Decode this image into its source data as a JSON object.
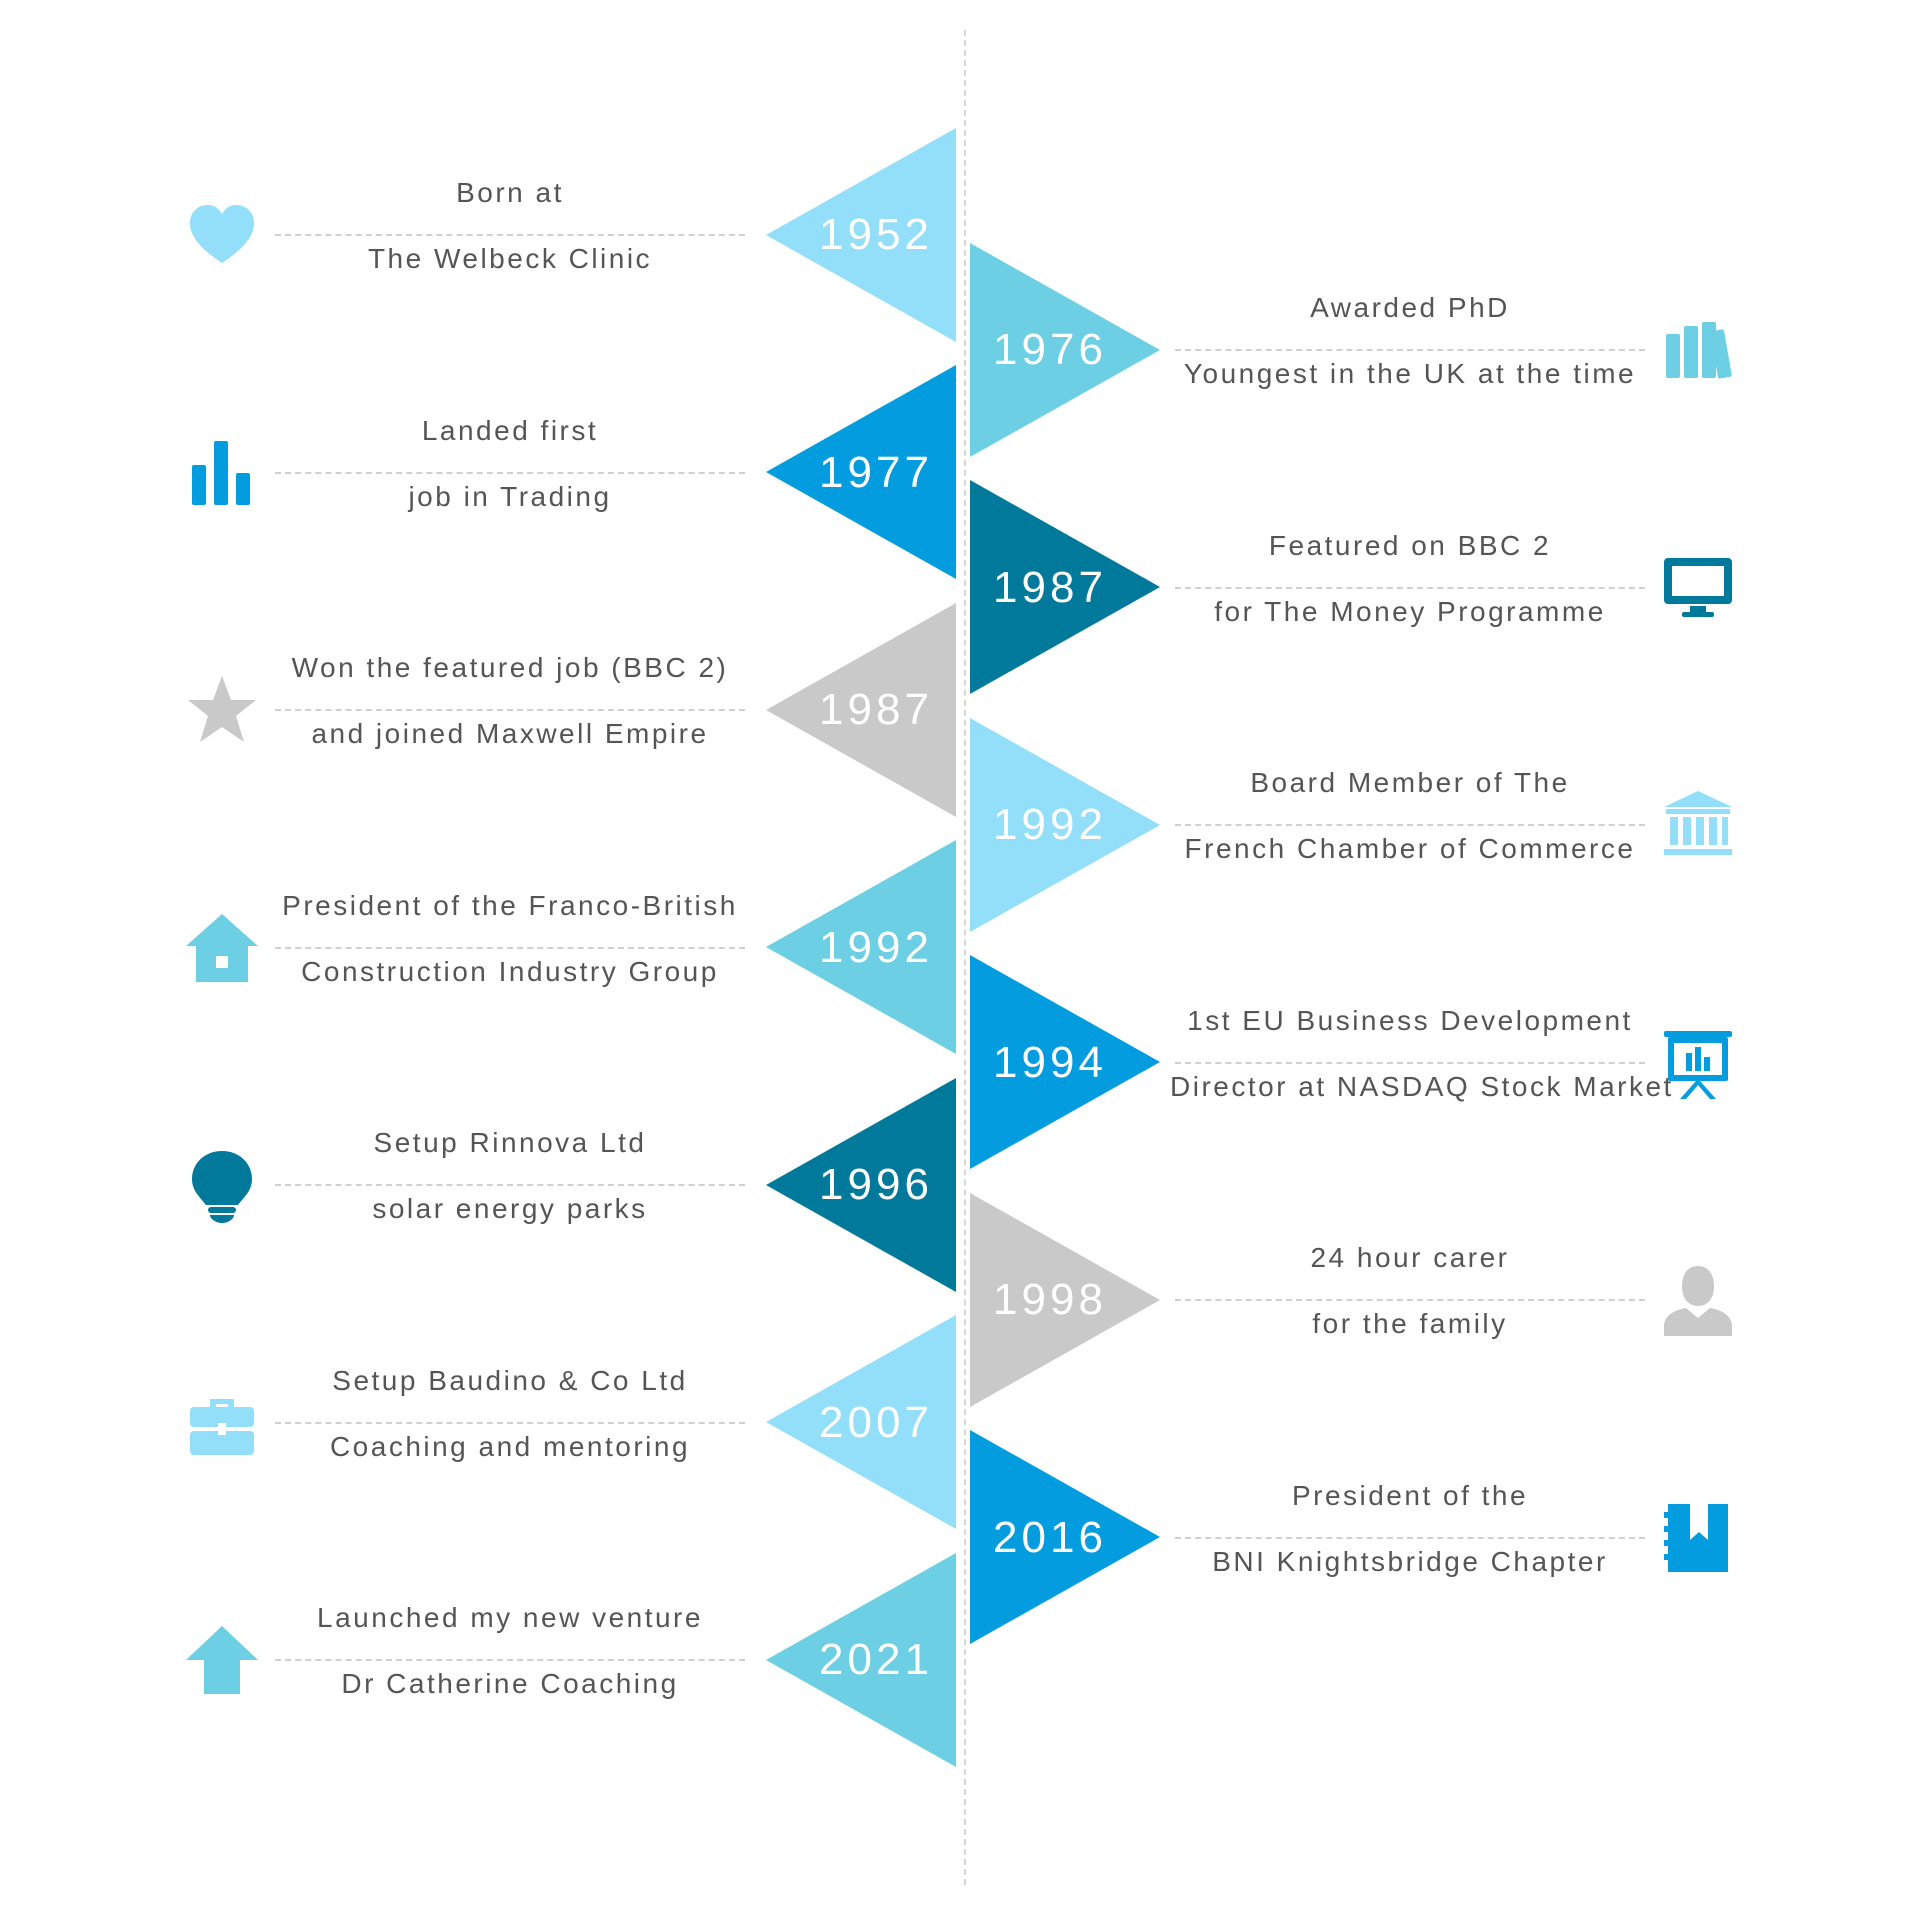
{
  "events": [
    {
      "side": "left",
      "year": "1952",
      "line1": "Born at",
      "line2": "The Welbeck Clinic",
      "color": "#93dffa",
      "icon": "heart-icon"
    },
    {
      "side": "right",
      "year": "1976",
      "line1": "Awarded PhD",
      "line2": "Youngest in the UK at the time",
      "color": "#6ccfe3",
      "icon": "books-icon"
    },
    {
      "side": "left",
      "year": "1977",
      "line1": "Landed first",
      "line2": "job in Trading",
      "color": "#039ddf",
      "icon": "bar-chart-icon"
    },
    {
      "side": "right",
      "year": "1987",
      "line1": "Featured on BBC 2",
      "line2": "for The Money Programme",
      "color": "#01799a",
      "icon": "monitor-icon"
    },
    {
      "side": "left",
      "year": "1987",
      "line1": "Won the featured job (BBC 2)",
      "line2": "and joined Maxwell Empire",
      "color": "#c9c9c9",
      "icon": "star-icon"
    },
    {
      "side": "right",
      "year": "1992",
      "line1": "Board Member of The",
      "line2": "French Chamber of Commerce",
      "color": "#93dffa",
      "icon": "bank-icon"
    },
    {
      "side": "left",
      "year": "1992",
      "line1": "President of the Franco-British",
      "line2": "Construction Industry Group",
      "color": "#6ccfe3",
      "icon": "house-icon"
    },
    {
      "side": "right",
      "year": "1994",
      "line1": "1st EU Business Development",
      "line2": "Director at NASDAQ Stock Market",
      "color": "#039ddf",
      "icon": "presentation-icon"
    },
    {
      "side": "left",
      "year": "1996",
      "line1": "Setup Rinnova Ltd",
      "line2": "solar energy parks",
      "color": "#01799a",
      "icon": "lightbulb-icon"
    },
    {
      "side": "right",
      "year": "1998",
      "line1": "24 hour carer",
      "line2": "for the family",
      "color": "#c9c9c9",
      "icon": "person-icon"
    },
    {
      "side": "left",
      "year": "2007",
      "line1": "Setup Baudino & Co Ltd",
      "line2": "Coaching and mentoring",
      "color": "#93dffa",
      "icon": "briefcase-icon"
    },
    {
      "side": "right",
      "year": "2016",
      "line1": "President of the",
      "line2": "BNI Knightsbridge Chapter",
      "color": "#039ddf",
      "icon": "bookmark-book-icon"
    },
    {
      "side": "left",
      "year": "2021",
      "line1": "Launched my new venture",
      "line2": "Dr Catherine Coaching",
      "color": "#6ccfe3",
      "icon": "arrow-up-icon"
    }
  ]
}
